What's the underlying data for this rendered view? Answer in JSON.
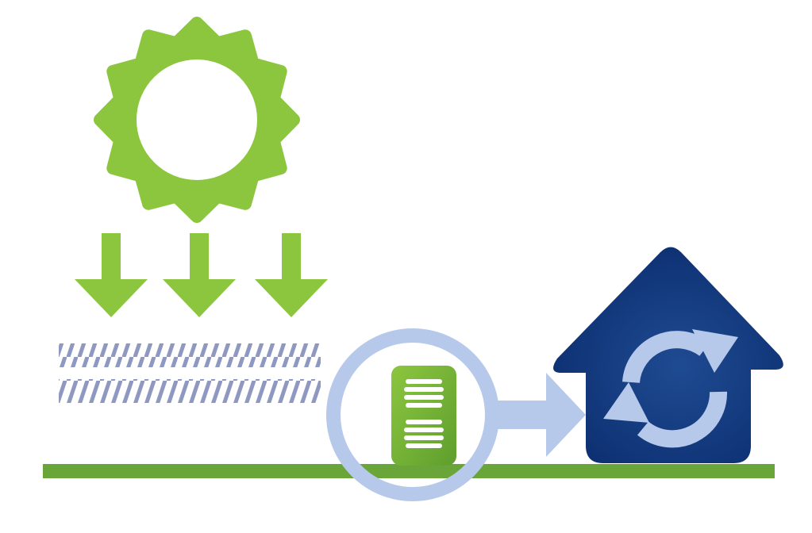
{
  "diagram": {
    "colors": {
      "green": "#8cc63f",
      "green_dark": "#5f9e2e",
      "ground": "#6aa53a",
      "navy": "#0b2d6e",
      "navy_light": "#1f4b92",
      "light_blue": "#b6c9ea",
      "stripes": "#8f98c0",
      "white": "#ffffff"
    },
    "elements": {
      "sun": "sun-icon",
      "rays": [
        "down-arrow-icon",
        "down-arrow-icon",
        "down-arrow-icon"
      ],
      "air_layers": [
        "hatch-stripes",
        "hatch-stripes"
      ],
      "ground": "ground-line",
      "heat_pump": "heat-pump-unit-icon",
      "highlight": "magnifier-ring",
      "flow": "right-arrow-icon",
      "house": "house-icon",
      "cycle": "recycle-arrows-icon"
    }
  }
}
